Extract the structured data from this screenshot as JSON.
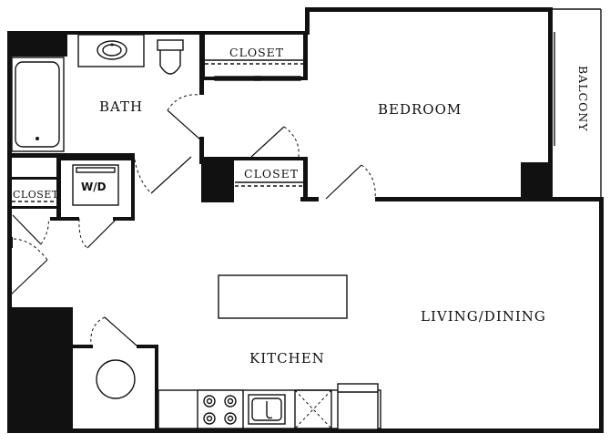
{
  "rooms": {
    "bath": "BATH",
    "bedroom": "BEDROOM",
    "balcony": "BALCONY",
    "closet_top": "CLOSET",
    "closet_mid": "CLOSET",
    "closet_left": "CLOSET",
    "wd": "W/D",
    "living": "LIVING/DINING",
    "kitchen": "KITCHEN"
  }
}
